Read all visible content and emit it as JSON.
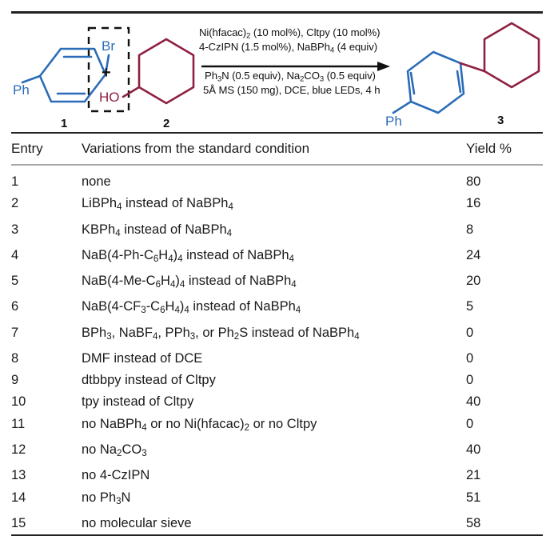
{
  "scheme": {
    "reactant1": {
      "label": "1",
      "ring_color": "#2b6cb8",
      "substituent_left": "Ph",
      "substituent_right": "Br"
    },
    "reactant2": {
      "label": "2",
      "ring_color": "#8e2040",
      "substituent": "HO"
    },
    "plus_sign": "+",
    "product": {
      "label": "3",
      "aryl_color": "#2b6cb8",
      "cyclohexyl_color": "#8e2040",
      "substituent": "Ph"
    },
    "conditions": {
      "line1": "Ni(hfacac)2 (10 mol%), Cltpy (10 mol%)",
      "line2": "4-CzIPN (1.5 mol%), NaBPh4 (4 equiv)",
      "line3": "Ph3N (0.5 equiv), Na2CO3 (0.5 equiv)",
      "line4": "5Å MS (150 mg), DCE, blue LEDs, 4 h"
    }
  },
  "table": {
    "headers": {
      "entry": "Entry",
      "variations": "Variations from the standard condition",
      "yield": "Yield %"
    },
    "rows": [
      {
        "entry": "1",
        "variation": "none",
        "yield": "80"
      },
      {
        "entry": "2",
        "variation": "LiBPh4 instead of NaBPh4",
        "yield": "16"
      },
      {
        "entry": "3",
        "variation": "KBPh4 instead of NaBPh4",
        "yield": "8"
      },
      {
        "entry": "4",
        "variation": "NaB(4-Ph-C6H4)4 instead of NaBPh4",
        "yield": "24"
      },
      {
        "entry": "5",
        "variation": "NaB(4-Me-C6H4)4 instead of NaBPh4",
        "yield": "20"
      },
      {
        "entry": "6",
        "variation": "NaB(4-CF3-C6H4)4 instead of NaBPh4",
        "yield": "5"
      },
      {
        "entry": "7",
        "variation": "BPh3, NaBF4, PPh3, or Ph2S instead of NaBPh4",
        "yield": "0"
      },
      {
        "entry": "8",
        "variation": "DMF instead of DCE",
        "yield": "0"
      },
      {
        "entry": "9",
        "variation": "dtbbpy instead of Cltpy",
        "yield": "0"
      },
      {
        "entry": "10",
        "variation": "tpy instead of Cltpy",
        "yield": "40"
      },
      {
        "entry": "11",
        "variation": "no NaBPh4 or no Ni(hfacac)2 or no Cltpy",
        "yield": "0"
      },
      {
        "entry": "12",
        "variation": "no Na2CO3",
        "yield": "40"
      },
      {
        "entry": "13",
        "variation": "no 4-CzIPN",
        "yield": "21"
      },
      {
        "entry": "14",
        "variation": "no Ph3N",
        "yield": "51"
      },
      {
        "entry": "15",
        "variation": "no molecular sieve",
        "yield": "58"
      }
    ]
  }
}
